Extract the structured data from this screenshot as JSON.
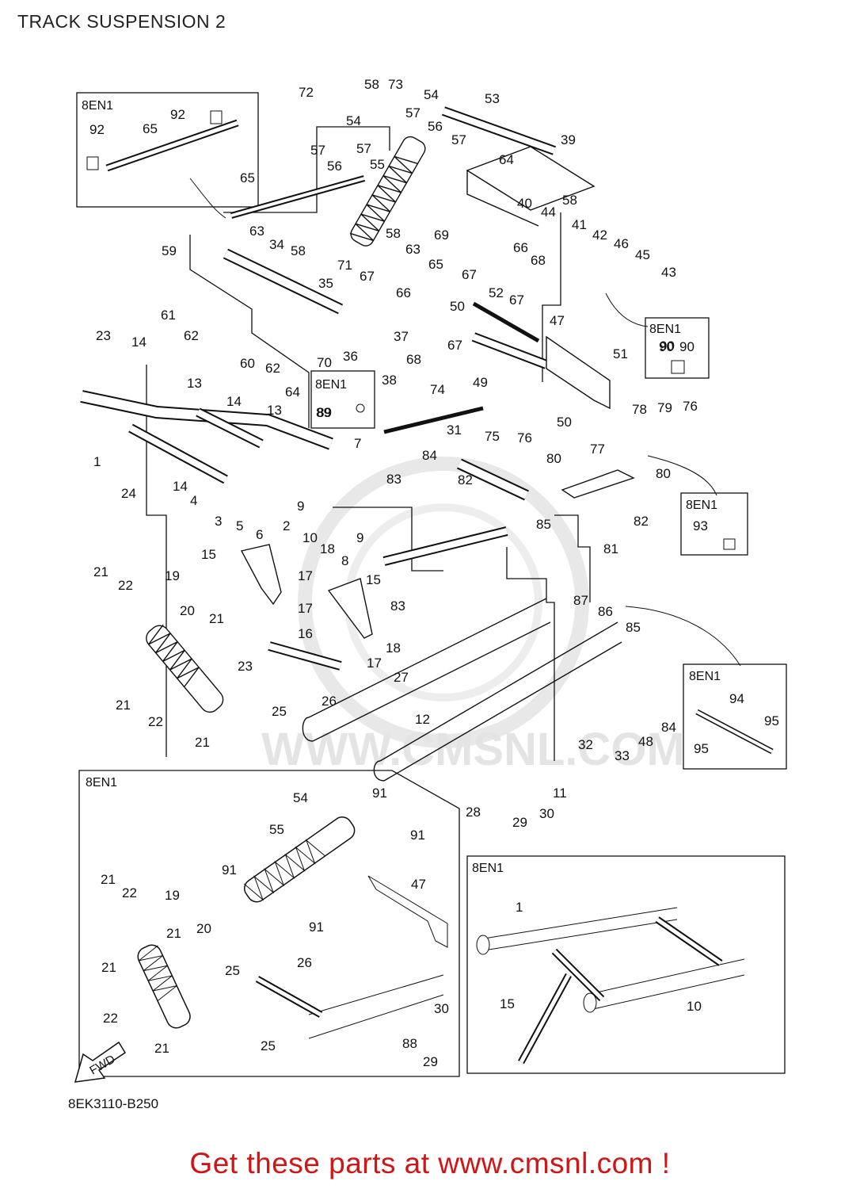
{
  "title": "TRACK SUSPENSION 2",
  "catalog_code": "8EK3110-B250",
  "banner": "Get these parts at www.cmsnl.com !",
  "watermark": "WWW.CMSNL.COM",
  "fwd_label": "FWD",
  "colors": {
    "banner": "#d11414",
    "line": "#111111",
    "watermark": "#e3e3e3"
  },
  "insets": [
    {
      "id": "inset-tl",
      "label": "8EN1",
      "parts": [
        "92",
        "65",
        "92"
      ]
    },
    {
      "id": "inset-90",
      "label": "8EN1",
      "parts": [
        "90"
      ]
    },
    {
      "id": "inset-89",
      "label": "8EN1",
      "parts": [
        "89"
      ]
    },
    {
      "id": "inset-93",
      "label": "8EN1",
      "parts": [
        "93"
      ]
    },
    {
      "id": "inset-94",
      "label": "8EN1",
      "parts": [
        "94",
        "95",
        "95"
      ]
    },
    {
      "id": "inset-bl",
      "label": "8EN1",
      "parts": [
        "91",
        "54",
        "55",
        "91",
        "91",
        "91",
        "47",
        "19",
        "20",
        "21",
        "22",
        "21",
        "21",
        "22",
        "21",
        "25",
        "25",
        "26",
        "30",
        "88",
        "29"
      ]
    },
    {
      "id": "inset-br",
      "label": "8EN1",
      "parts": [
        "1",
        "15",
        "10"
      ]
    }
  ],
  "callouts": [
    "1",
    "2",
    "3",
    "4",
    "5",
    "6",
    "7",
    "8",
    "9",
    "10",
    "11",
    "12",
    "13",
    "14",
    "15",
    "16",
    "17",
    "18",
    "19",
    "20",
    "21",
    "22",
    "23",
    "24",
    "25",
    "26",
    "27",
    "28",
    "29",
    "30",
    "31",
    "32",
    "33",
    "34",
    "35",
    "36",
    "37",
    "38",
    "39",
    "40",
    "41",
    "42",
    "43",
    "44",
    "45",
    "46",
    "47",
    "48",
    "49",
    "50",
    "51",
    "52",
    "53",
    "54",
    "55",
    "56",
    "57",
    "58",
    "59",
    "60",
    "61",
    "62",
    "63",
    "64",
    "65",
    "66",
    "67",
    "68",
    "69",
    "70",
    "71",
    "72",
    "73",
    "74",
    "75",
    "76",
    "77",
    "78",
    "79",
    "80",
    "81",
    "82",
    "83",
    "84",
    "85",
    "86",
    "87",
    "88",
    "89",
    "90",
    "91",
    "92",
    "93",
    "94",
    "95"
  ]
}
